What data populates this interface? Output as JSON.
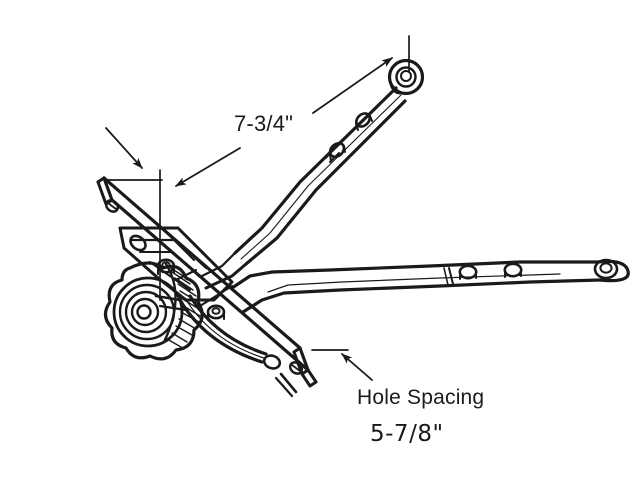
{
  "document": {
    "type": "technical-line-drawing",
    "subject": "Dual arm window operator with mounting bracket and crank knob",
    "background_color": "#ffffff",
    "line_color": "#1a1a1a"
  },
  "annotations": {
    "dimension_top": {
      "text": "7-3/4\"",
      "meaning": "upper arm length dimension"
    },
    "hole_spacing_label": {
      "text": "Hole Spacing"
    },
    "dimension_bottom": {
      "text": "5-7/8\"",
      "meaning": "bracket mounting hole spacing"
    }
  },
  "parts": [
    {
      "name": "mounting-bracket-plate",
      "holes": 3
    },
    {
      "name": "operator-knob-handle",
      "rings": 4
    },
    {
      "name": "upper-arm",
      "rivets": 2,
      "pivot": "rounded-end"
    },
    {
      "name": "lower-arm",
      "rivets": 2,
      "pivot": "rounded-end"
    },
    {
      "name": "gear-housing-base",
      "rivets": 2
    }
  ]
}
